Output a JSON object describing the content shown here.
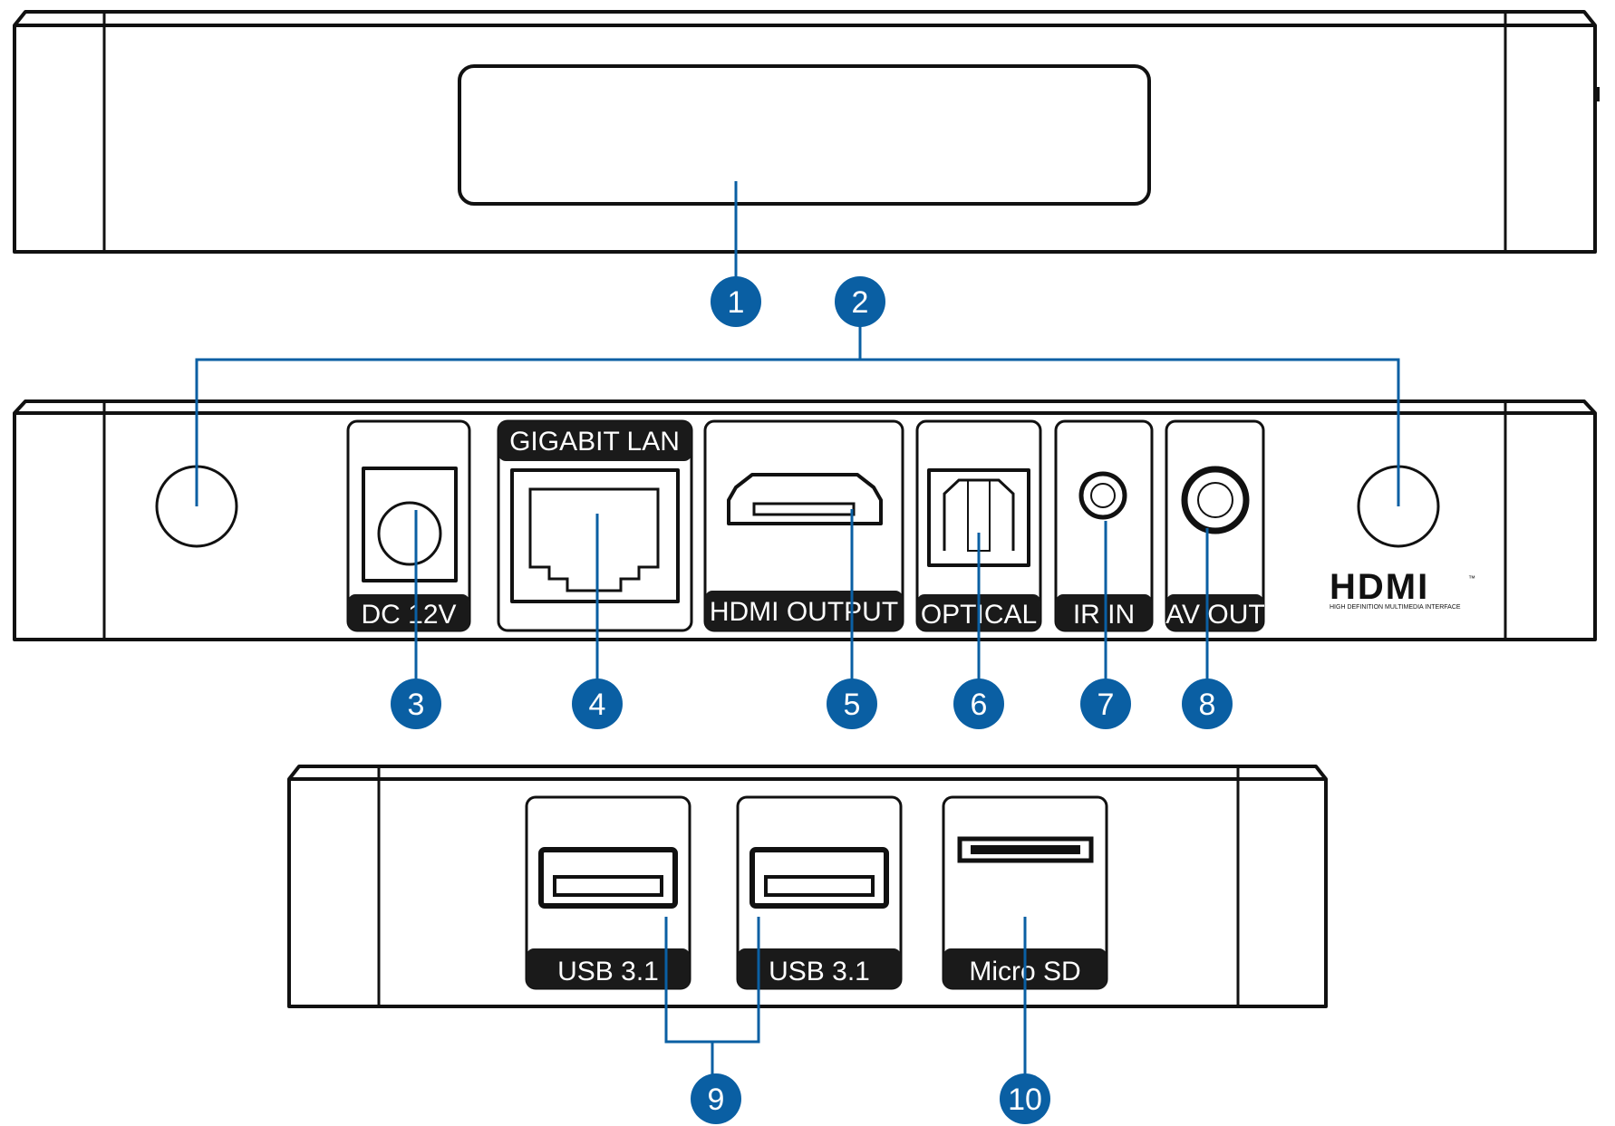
{
  "ports": {
    "dc": "DC 12V",
    "lan": "GIGABIT LAN",
    "hdmi": "HDMI OUTPUT",
    "optical": "OPTICAL",
    "ir": "IR IN",
    "av": "AV OUT",
    "usb1": "USB 3.1",
    "usb2": "USB 3.1",
    "microsd": "Micro SD"
  },
  "logo": {
    "name": "HDMI",
    "subtitle": "HIGH DEFINITION MULTIMEDIA INTERFACE",
    "tm": "™"
  },
  "callouts": {
    "c1": "1",
    "c2": "2",
    "c3": "3",
    "c4": "4",
    "c5": "5",
    "c6": "6",
    "c7": "7",
    "c8": "8",
    "c9": "9",
    "c10": "10"
  },
  "colors": {
    "callout": "#0a5fa3",
    "outline": "#111111",
    "label_bar": "#1a1a1a"
  }
}
